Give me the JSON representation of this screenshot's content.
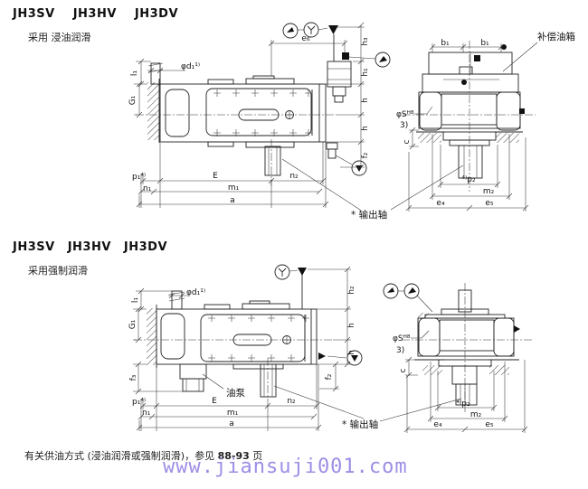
{
  "sections": [
    {
      "models": [
        "JH3SV",
        "JH3HV",
        "JH3DV"
      ],
      "subtitle": "采用 浸油润滑"
    },
    {
      "models": [
        "JH3SV",
        "JH3HV",
        "JH3DV"
      ],
      "subtitle": "采用强制润滑"
    }
  ],
  "callouts": {
    "tank": "补偿油箱",
    "pump": "油泵",
    "output_shaft": "* 输出轴"
  },
  "dims": {
    "l1": "l₁",
    "G1": "G₁",
    "phid1": "φd₁¹⁾",
    "e6": "e₆",
    "h3": "h₃",
    "h1": "h₁",
    "h": "h",
    "h2": "h₂",
    "f2": "f₂",
    "f3": "f₃",
    "p1": "p₁⁴⁾",
    "E": "E",
    "n2": "n₂",
    "n1": "n₁",
    "m1": "m₁",
    "a": "a",
    "b1": "b₁",
    "phiS": "φSᴴ⁸",
    "fn3": "3)",
    "c": "c",
    "p2": "⁴⁾p₂",
    "m2": "m₂",
    "e4": "e₄",
    "e5": "e₅"
  },
  "footer": {
    "note_prefix": "有关供油方式 (浸油润滑或强制润滑)，参见",
    "pages": "88-93",
    "suffix": "页"
  },
  "watermark": {
    "text": "www.jiansuji001.com",
    "color": "#9e8de6"
  }
}
